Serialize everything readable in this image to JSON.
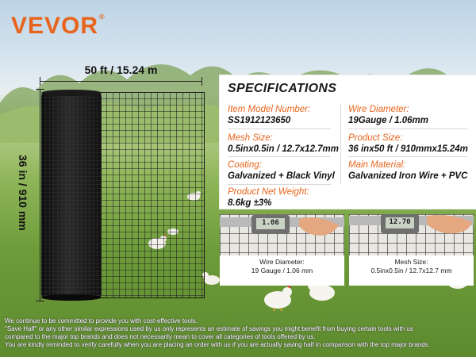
{
  "brand": {
    "logo_text": "VEVOR",
    "trademark": "®",
    "accent_color": "#e8641c"
  },
  "dimensions": {
    "width_label": "50 ft / 15.24 m",
    "height_label": "36 in / 910 mm"
  },
  "specs": {
    "title": "SPECIFICATIONS",
    "items": [
      {
        "label": "Item Model Number:",
        "value": "SS1912123650"
      },
      {
        "label": "Wire Diameter:",
        "value": "19Gauge / 1.06mm"
      },
      {
        "label": "Mesh Size:",
        "value": "0.5inx0.5in / 12.7x12.7mm"
      },
      {
        "label": "Product Size:",
        "value": "36 inx50 ft / 910mmx15.24m"
      },
      {
        "label": "Coating:",
        "value": "Galvanized + Black Vinyl"
      },
      {
        "label": "Main Material:",
        "value": "Galvanized Iron Wire + PVC"
      },
      {
        "label": "Product Net Weight:",
        "value": "8.6kg ±3%"
      }
    ]
  },
  "detail_photos": [
    {
      "caliper_reading": "1.06",
      "caption_line1": "Wire Diameter:",
      "caption_line2": "19 Gauge / 1.06 mm"
    },
    {
      "caliper_reading": "12.70",
      "caption_line1": "Mesh Size:",
      "caption_line2": "0.5inx0.5in / 12.7x12.7 mm"
    }
  ],
  "disclaimer": [
    "We continue to be committed to provide you with cost-effective tools.",
    "\"Save Half\" or any other similar expressions used by us only represents an estimate of savings you might benefit from buying certain tools with us",
    "compared to the major top brands and does not necessarily mean to cover all categories of tools offered by us.",
    "You are kindly reminded to verify carefully when you are placing an order with us if you are actually saving half in comparison with the top major brands."
  ]
}
